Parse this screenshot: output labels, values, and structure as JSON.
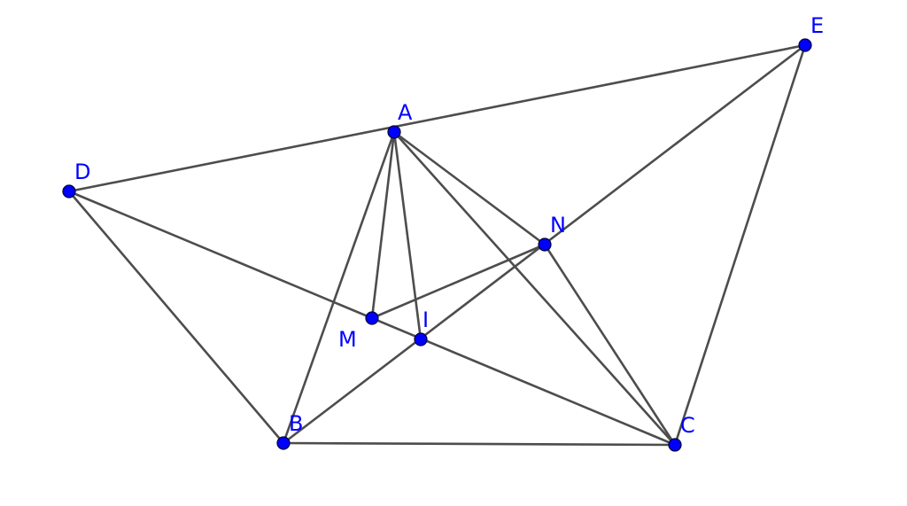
{
  "colors": {
    "segment": "#4d4d4d",
    "point": "#0000ff",
    "label": "#0000ff",
    "background": "#ffffff"
  },
  "points": [
    {
      "id": "A",
      "label": "A"
    },
    {
      "id": "B",
      "label": "B"
    },
    {
      "id": "C",
      "label": "C"
    },
    {
      "id": "D",
      "label": "D"
    },
    {
      "id": "E",
      "label": "E"
    },
    {
      "id": "M",
      "label": "M"
    },
    {
      "id": "N",
      "label": "N"
    },
    {
      "id": "I",
      "label": "I"
    }
  ],
  "segments": [
    [
      "D",
      "E"
    ],
    [
      "D",
      "B"
    ],
    [
      "E",
      "C"
    ],
    [
      "B",
      "C"
    ],
    [
      "A",
      "B"
    ],
    [
      "A",
      "C"
    ],
    [
      "A",
      "M"
    ],
    [
      "A",
      "I"
    ],
    [
      "A",
      "N"
    ],
    [
      "D",
      "C"
    ],
    [
      "B",
      "E"
    ],
    [
      "M",
      "N"
    ],
    [
      "N",
      "C"
    ]
  ]
}
